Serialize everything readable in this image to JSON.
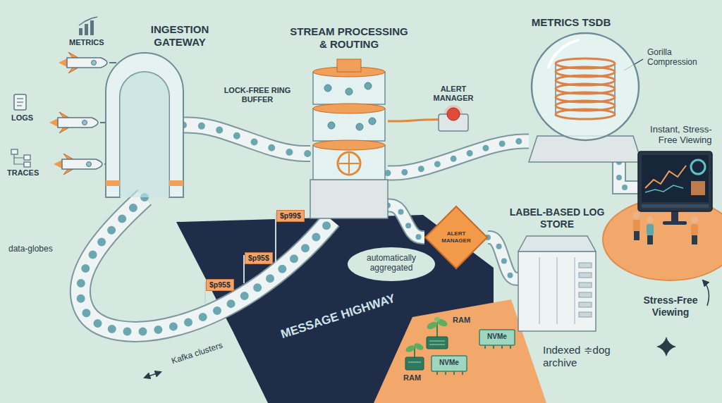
{
  "diagram": {
    "nodes": [
      {
        "text": [
          "INGESTION GATEWAY"
        ]
      },
      {
        "text": [
          "STREAM PROCESSING & ROUTING"
        ]
      },
      {
        "text": [
          "ALERT MANAGER"
        ]
      },
      {
        "text": [
          "METRICS TSDB",
          "Gorilla Compression"
        ]
      },
      {
        "text": [
          "Instant, Stress-Free Viewing"
        ]
      },
      {
        "text": [
          "ALERT MANAGER"
        ]
      },
      {
        "text": [
          "LABEL-BASED LOG STORE"
        ]
      }
    ],
    "edges": [
      {
        "from": 0,
        "to": 1,
        "arrow": "none"
      },
      {
        "from": 1,
        "to": 2,
        "arrow": "none"
      },
      {
        "from": 1,
        "to": 3,
        "arrow": "none"
      },
      {
        "from": 3,
        "to": 4,
        "arrow": "none"
      },
      {
        "from": 1,
        "to": 5,
        "arrow": "none"
      },
      {
        "from": 5,
        "to": 6,
        "arrow": "none"
      }
    ],
    "labels": [
      "METRICS",
      "LOGS",
      "TRACES",
      "LOCK-FREE RING BUFFER",
      "data-globes",
      "$p95$",
      "$p95$",
      "$p99$",
      "automatically aggregated",
      "MESSAGE HIGHWAY",
      "Kafka clusters",
      "RAM",
      "RAM",
      "NVMe",
      "NVMe",
      "Indexed ≑dog archive",
      "Stress-Free Viewing"
    ]
  }
}
